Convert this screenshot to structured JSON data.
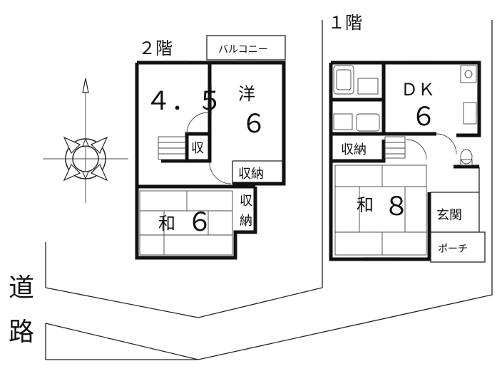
{
  "floors": {
    "first": {
      "title": "１階",
      "rooms": {
        "dk_name": "ＤＫ",
        "dk_size": "６",
        "storage": "収納",
        "washitsu_name": "和",
        "washitsu_size": "８",
        "genkan": "玄関",
        "porch": "ポーチ"
      }
    },
    "second": {
      "title": "２階",
      "rooms": {
        "room_45": "４．５",
        "yoshitsu_name": "洋",
        "yoshitsu_size": "６",
        "balcony": "バルコニー",
        "closet_small": "収",
        "storage_right": "収納",
        "storage_vertical": [
          "収",
          "納"
        ],
        "washitsu_name": "和",
        "washitsu_size": "６"
      }
    }
  },
  "road": [
    "道",
    "路"
  ],
  "compass": {
    "symbol": "compass-rose-icon"
  }
}
